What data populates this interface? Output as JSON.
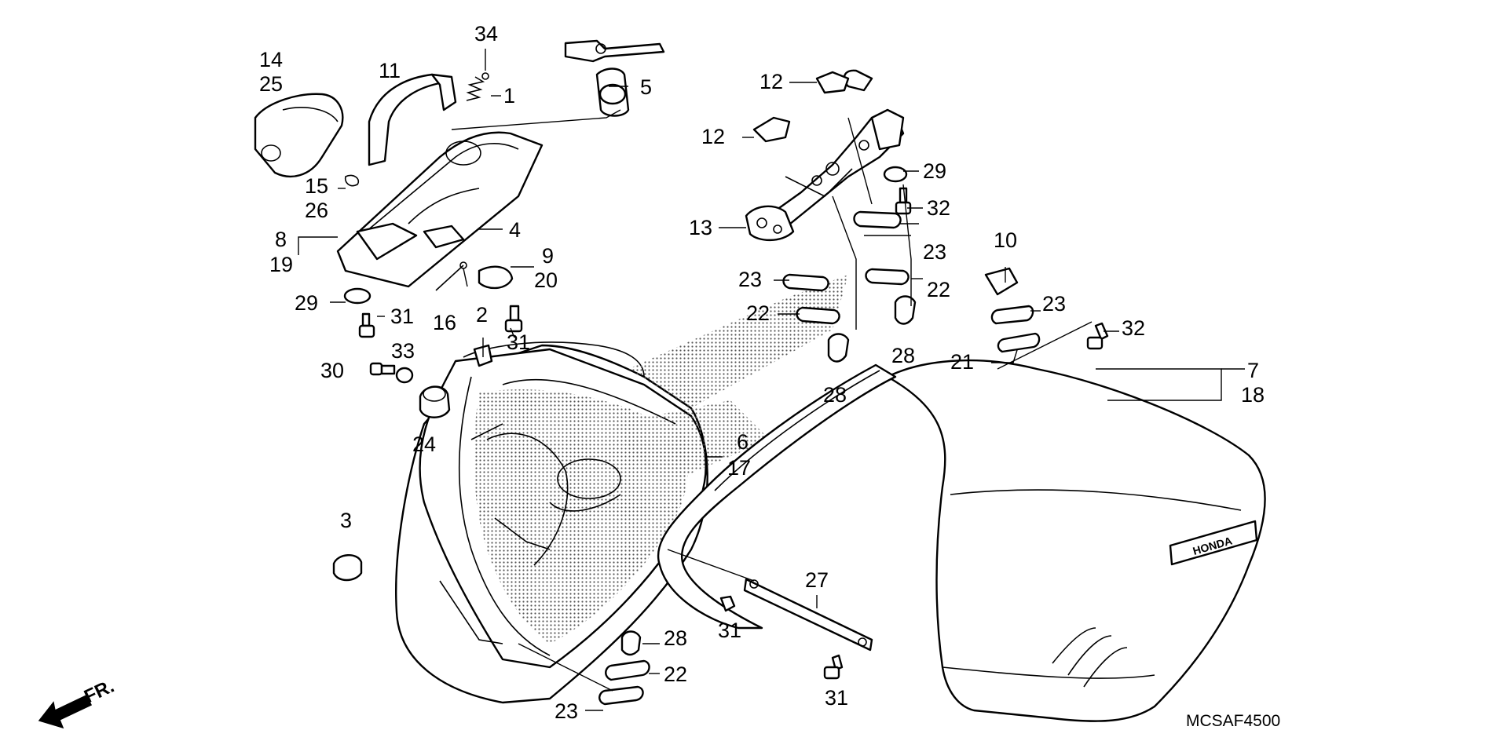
{
  "diagram": {
    "code": "MCSAF4500",
    "direction_label": "FR.",
    "callouts": [
      {
        "id": "c-14",
        "text": "14"
      },
      {
        "id": "c-25",
        "text": "25"
      },
      {
        "id": "c-11",
        "text": "11"
      },
      {
        "id": "c-34",
        "text": "34"
      },
      {
        "id": "c-1",
        "text": "1"
      },
      {
        "id": "c-5",
        "text": "5"
      },
      {
        "id": "c-15",
        "text": "15"
      },
      {
        "id": "c-26",
        "text": "26"
      },
      {
        "id": "c-8",
        "text": "8"
      },
      {
        "id": "c-19",
        "text": "19"
      },
      {
        "id": "c-4",
        "text": "4"
      },
      {
        "id": "c-9",
        "text": "9"
      },
      {
        "id": "c-20",
        "text": "20"
      },
      {
        "id": "c-29a",
        "text": "29"
      },
      {
        "id": "c-31a",
        "text": "31"
      },
      {
        "id": "c-16",
        "text": "16"
      },
      {
        "id": "c-2",
        "text": "2"
      },
      {
        "id": "c-31b",
        "text": "31"
      },
      {
        "id": "c-30",
        "text": "30"
      },
      {
        "id": "c-33",
        "text": "33"
      },
      {
        "id": "c-24",
        "text": "24"
      },
      {
        "id": "c-3",
        "text": "3"
      },
      {
        "id": "c-12a",
        "text": "12"
      },
      {
        "id": "c-12b",
        "text": "12"
      },
      {
        "id": "c-29b",
        "text": "29"
      },
      {
        "id": "c-32a",
        "text": "32"
      },
      {
        "id": "c-13",
        "text": "13"
      },
      {
        "id": "c-23a",
        "text": "23"
      },
      {
        "id": "c-23b",
        "text": "23"
      },
      {
        "id": "c-22a",
        "text": "22"
      },
      {
        "id": "c-22b",
        "text": "22"
      },
      {
        "id": "c-28a",
        "text": "28"
      },
      {
        "id": "c-28b",
        "text": "28"
      },
      {
        "id": "c-10",
        "text": "10"
      },
      {
        "id": "c-23c",
        "text": "23"
      },
      {
        "id": "c-32b",
        "text": "32"
      },
      {
        "id": "c-21",
        "text": "21"
      },
      {
        "id": "c-7",
        "text": "7"
      },
      {
        "id": "c-18",
        "text": "18"
      },
      {
        "id": "c-6",
        "text": "6"
      },
      {
        "id": "c-17",
        "text": "17"
      },
      {
        "id": "c-27",
        "text": "27"
      },
      {
        "id": "c-31c",
        "text": "31"
      },
      {
        "id": "c-28c",
        "text": "28"
      },
      {
        "id": "c-22c",
        "text": "22"
      },
      {
        "id": "c-23d",
        "text": "23"
      },
      {
        "id": "c-31d",
        "text": "31"
      }
    ],
    "lid_logo_text": "HONDA"
  }
}
